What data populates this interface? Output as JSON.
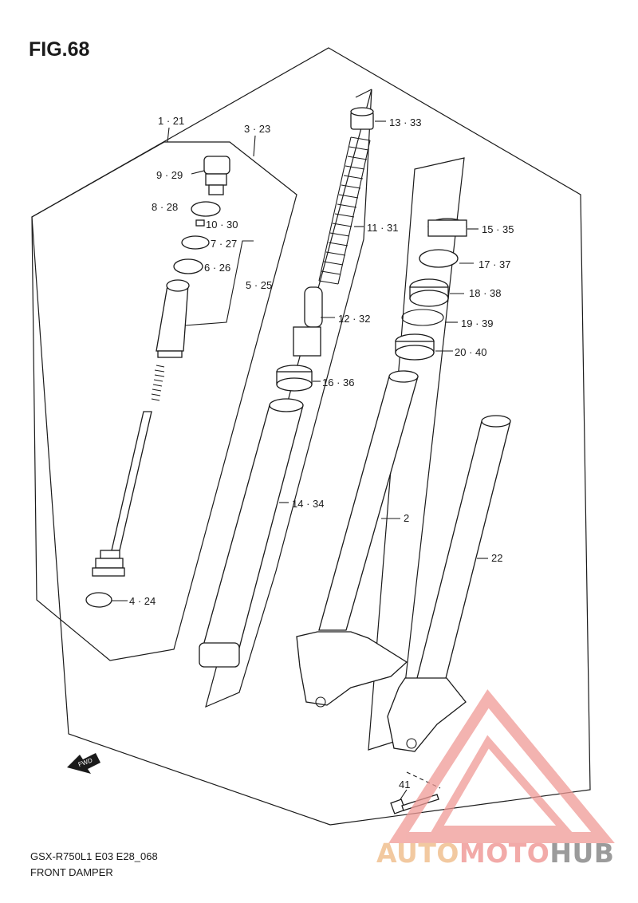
{
  "figure": {
    "title": "FIG.68",
    "model_code": "GSX-R750L1 E03 E28_068",
    "name": "FRONT DAMPER"
  },
  "callouts": [
    {
      "id": "1-21",
      "text": "1 · 21"
    },
    {
      "id": "3-23",
      "text": "3 · 23"
    },
    {
      "id": "9-29",
      "text": "9 · 29"
    },
    {
      "id": "8-28",
      "text": "8 · 28"
    },
    {
      "id": "10-30",
      "text": "10 · 30"
    },
    {
      "id": "7-27",
      "text": "7 · 27"
    },
    {
      "id": "6-26",
      "text": "6 · 26"
    },
    {
      "id": "5-25",
      "text": "5 · 25"
    },
    {
      "id": "4-24",
      "text": "4 · 24"
    },
    {
      "id": "13-33",
      "text": "13 · 33"
    },
    {
      "id": "11-31",
      "text": "11 · 31"
    },
    {
      "id": "12-32",
      "text": "12 · 32"
    },
    {
      "id": "16-36",
      "text": "16 · 36"
    },
    {
      "id": "14-34",
      "text": "14 · 34"
    },
    {
      "id": "15-35",
      "text": "15 · 35"
    },
    {
      "id": "17-37",
      "text": "17 · 37"
    },
    {
      "id": "18-38",
      "text": "18 · 38"
    },
    {
      "id": "19-39",
      "text": "19 · 39"
    },
    {
      "id": "20-40",
      "text": "20 · 40"
    },
    {
      "id": "2",
      "text": "2"
    },
    {
      "id": "22",
      "text": "22"
    },
    {
      "id": "41",
      "text": "41"
    }
  ],
  "direction_marker": {
    "text": "FWD",
    "icon": "arrow-left-icon"
  },
  "watermark": {
    "part1": "AUTO",
    "part2": "MOTO",
    "part3": "HUB",
    "colors": [
      "#f2c9a0",
      "#f2aaa8",
      "#9b9b9b"
    ]
  }
}
